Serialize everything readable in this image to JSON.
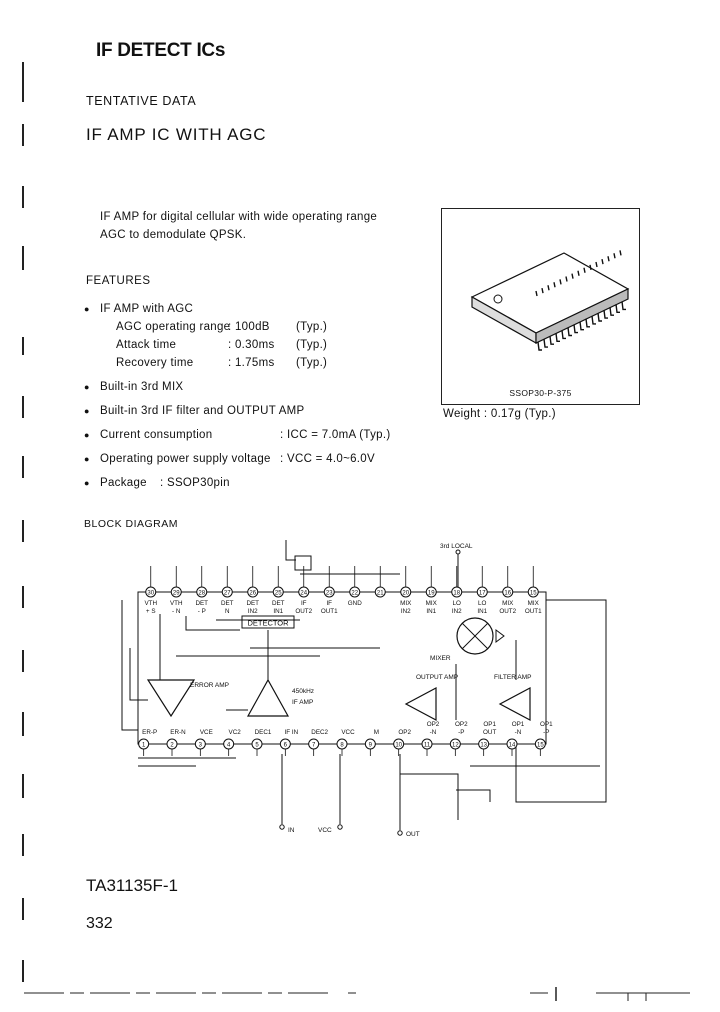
{
  "header": {
    "title": "IF DETECT ICs"
  },
  "tentative": "TENTATIVE DATA",
  "subtitle": "IF AMP IC WITH AGC",
  "description": {
    "line1": "IF AMP for digital cellular with wide operating range",
    "line2": "AGC to demodulate QPSK."
  },
  "features": {
    "heading": "FEATURES",
    "items": [
      {
        "text": "IF AMP with AGC"
      },
      {
        "text": "AGC operating range",
        "value": ":   100dB",
        "typ": "(Typ.)"
      },
      {
        "text": "Attack time",
        "value": ":   0.30ms",
        "typ": "(Typ.)"
      },
      {
        "text": "Recovery time",
        "value": ":   1.75ms",
        "typ": "(Typ.)"
      },
      {
        "text": "Built-in 3rd MIX"
      },
      {
        "text": "Built-in 3rd IF filter and OUTPUT AMP"
      },
      {
        "text": "Current consumption",
        "value": ":   ICC = 7.0mA (Typ.)"
      },
      {
        "text": "Operating power supply voltage",
        "value": ":  VCC = 4.0~6.0V"
      },
      {
        "text": "Package",
        "value": ":   SSOP30pin"
      }
    ]
  },
  "package": {
    "caption": "SSOP30-P-375",
    "weight": "Weight : 0.17g (Typ.)"
  },
  "block_diagram": {
    "heading": "BLOCK DIAGRAM",
    "top_pins": [
      {
        "num": "30",
        "label": "VTH\n+ S"
      },
      {
        "num": "29",
        "label": "VTH\n- N"
      },
      {
        "num": "28",
        "label": "DET\n- P"
      },
      {
        "num": "27",
        "label": "DET\nN"
      },
      {
        "num": "26",
        "label": "DET\nIN2"
      },
      {
        "num": "25",
        "label": "DET\nIN1"
      },
      {
        "num": "24",
        "label": "IF\nOUT2"
      },
      {
        "num": "23",
        "label": "IF\nOUT1"
      },
      {
        "num": "22",
        "label": "GND"
      },
      {
        "num": "21",
        "label": ""
      },
      {
        "num": "20",
        "label": "MIX\nIN2"
      },
      {
        "num": "19",
        "label": "MIX\nIN1"
      },
      {
        "num": "18",
        "label": "LO\nIN2"
      },
      {
        "num": "17",
        "label": "LO\nIN1"
      },
      {
        "num": "16",
        "label": "MIX\nOUT2"
      },
      {
        "num": "15",
        "label": "MIX\nOUT1"
      }
    ],
    "bottom_pins": [
      {
        "num": "1",
        "label": "ER-P"
      },
      {
        "num": "2",
        "label": "ER-N"
      },
      {
        "num": "3",
        "label": "VCE"
      },
      {
        "num": "4",
        "label": "VC2"
      },
      {
        "num": "5",
        "label": "DEC1"
      },
      {
        "num": "6",
        "label": "IF IN"
      },
      {
        "num": "7",
        "label": "DEC2"
      },
      {
        "num": "8",
        "label": "VCC"
      },
      {
        "num": "9",
        "label": "M"
      },
      {
        "num": "10",
        "label": "OP2"
      },
      {
        "num": "11",
        "label": "OP2\n-N"
      },
      {
        "num": "12",
        "label": "OP2\n-P"
      },
      {
        "num": "13",
        "label": "OP1\nOUT"
      },
      {
        "num": "14",
        "label": "OP1\n-N"
      },
      {
        "num": "15",
        "label": "OP1\n-P"
      }
    ],
    "blocks": {
      "detector": "DETECTOR",
      "error_amp": "ERROR AMP",
      "if_amp": "450kHz\nIF AMP",
      "mixer": "MIXER",
      "output_amp": "OUTPUT AMP",
      "filter_amp": "FILTER AMP",
      "local": "3rd LOCAL"
    },
    "terminals": {
      "if_in": "IN",
      "vcc": "VCC",
      "out": "OUT"
    }
  },
  "footer": {
    "part_number": "TA31135F-1",
    "page": "332"
  }
}
